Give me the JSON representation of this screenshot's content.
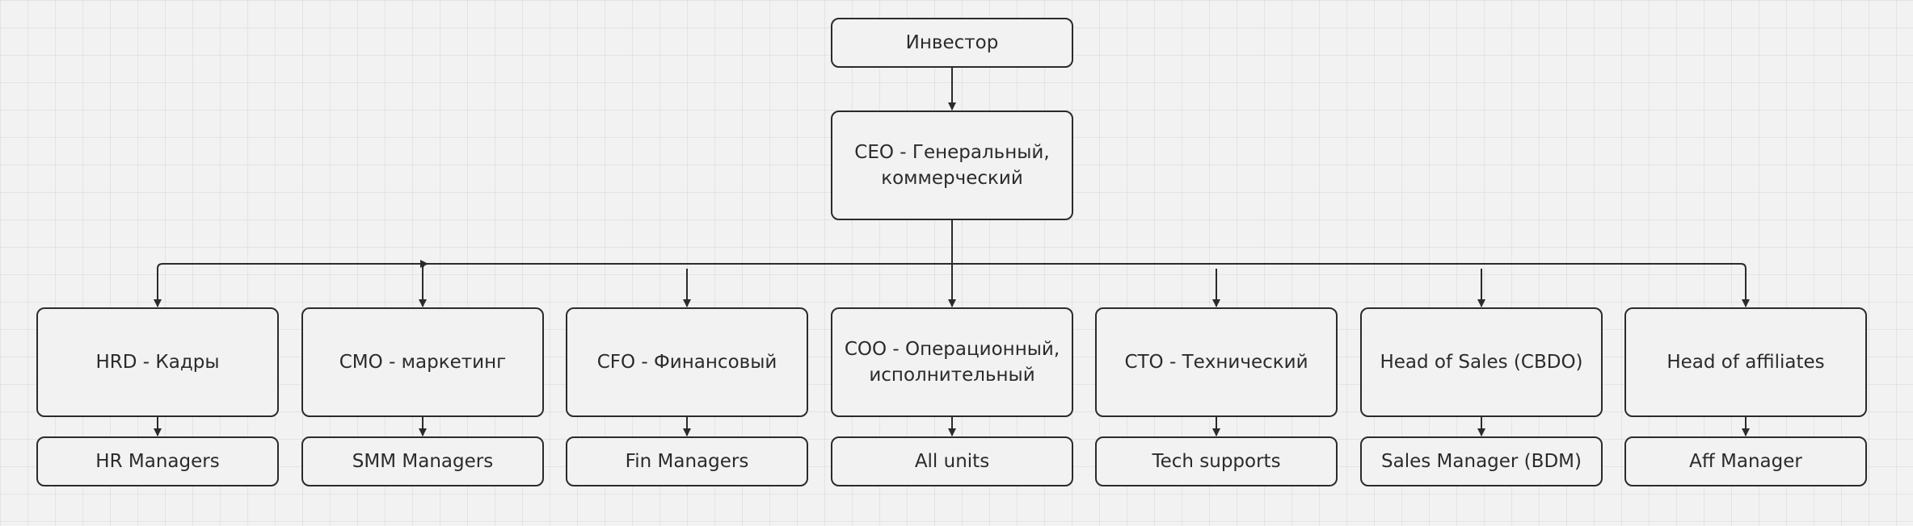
{
  "diagram": {
    "top": {
      "investor": "Инвестор",
      "ceo": "CEO - Генеральный,\nкоммерческий"
    },
    "executives": [
      "HRD - Кадры",
      "CMO - маркетинг",
      "CFO - Финансовый",
      "COO - Операционный,\nисполнительный",
      "CTO - Технический",
      "Head of Sales (CBDO)",
      "Head of affiliates"
    ],
    "teams": [
      "HR Managers",
      "SMM Managers",
      "Fin Managers",
      "All units",
      "Tech supports",
      "Sales Manager (BDM)",
      "Aff Manager"
    ]
  }
}
